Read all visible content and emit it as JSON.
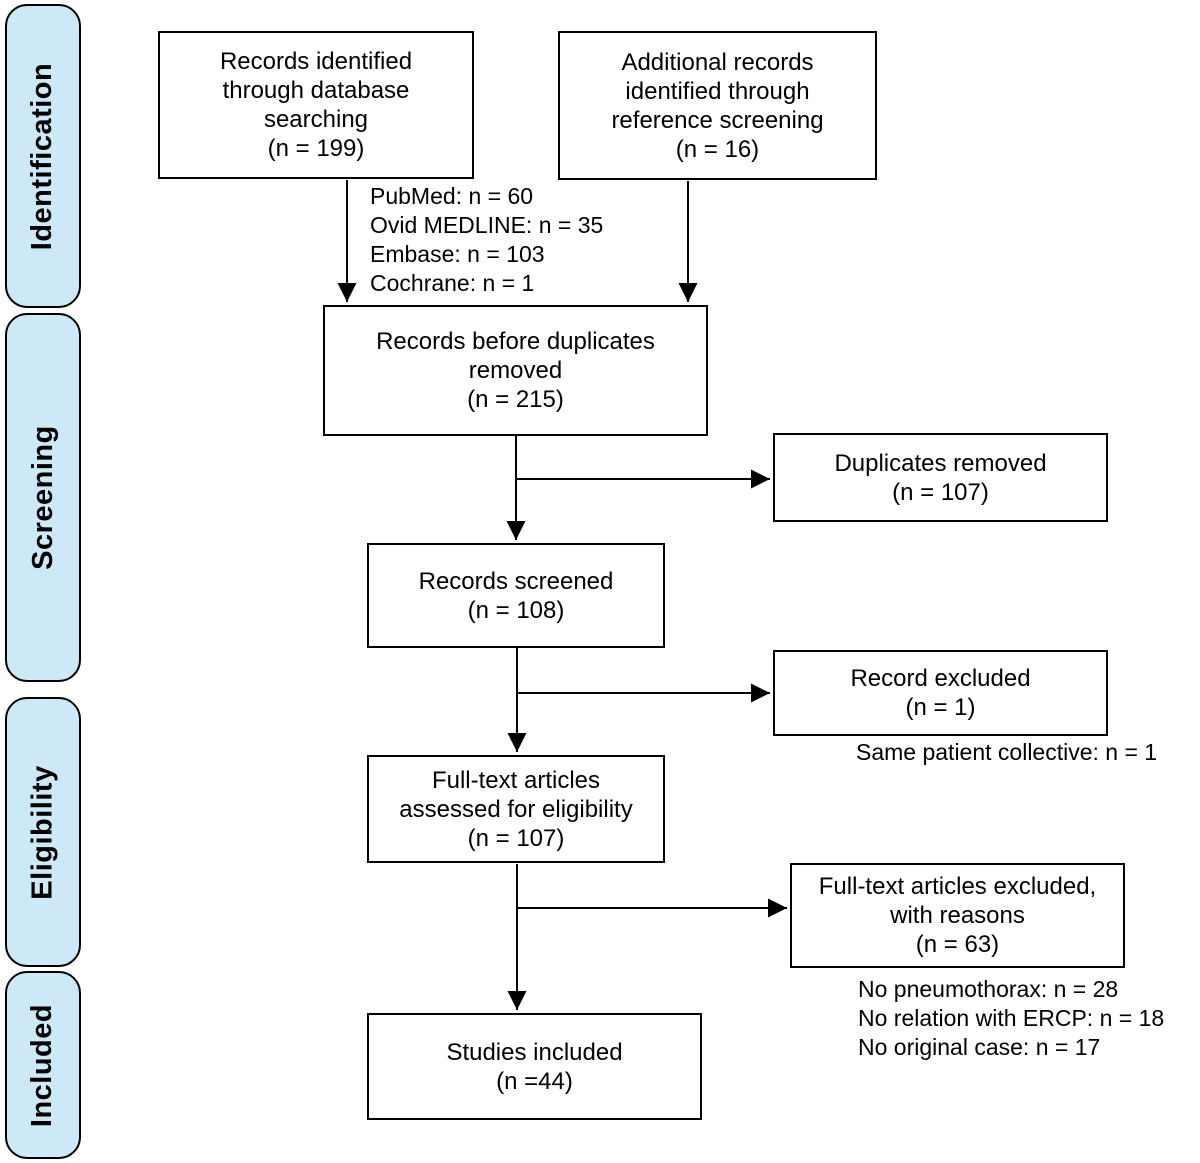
{
  "colors": {
    "sidebar_fill": "#cde9f8",
    "line": "#000000",
    "box_fill": "#ffffff"
  },
  "sidebar": {
    "sections": [
      {
        "label": "Identification"
      },
      {
        "label": "Screening"
      },
      {
        "label": "Eligibility"
      },
      {
        "label": "Included"
      }
    ]
  },
  "boxes": {
    "records_identified": {
      "text": "Records identified\nthrough database\nsearching\n(n = 199)"
    },
    "additional_records": {
      "text": "Additional records\nidentified through\nreference screening\n(n = 16)"
    },
    "before_duplicates": {
      "text": "Records before duplicates\nremoved\n(n = 215)"
    },
    "duplicates_removed": {
      "text": "Duplicates removed\n(n = 107)"
    },
    "records_screened": {
      "text": "Records screened\n(n = 108)"
    },
    "record_excluded": {
      "text": "Record excluded\n(n = 1)"
    },
    "fulltext_assessed": {
      "text": "Full-text articles\nassessed for eligibility\n(n = 107)"
    },
    "fulltext_excluded": {
      "text": "Full-text articles excluded,\nwith reasons\n(n = 63)"
    },
    "studies_included": {
      "text": "Studies included\n(n =44)"
    }
  },
  "annotations": {
    "database_breakdown": {
      "text": "PubMed: n = 60\nOvid MEDLINE: n = 35\nEmbase: n = 103\nCochrane: n = 1"
    },
    "screening_exclusion_reason": {
      "text": "Same patient collective: n = 1"
    },
    "fulltext_exclusion_reasons": {
      "text": "No pneumothorax: n = 28\nNo relation with ERCP: n = 18\nNo original case: n = 17"
    }
  }
}
